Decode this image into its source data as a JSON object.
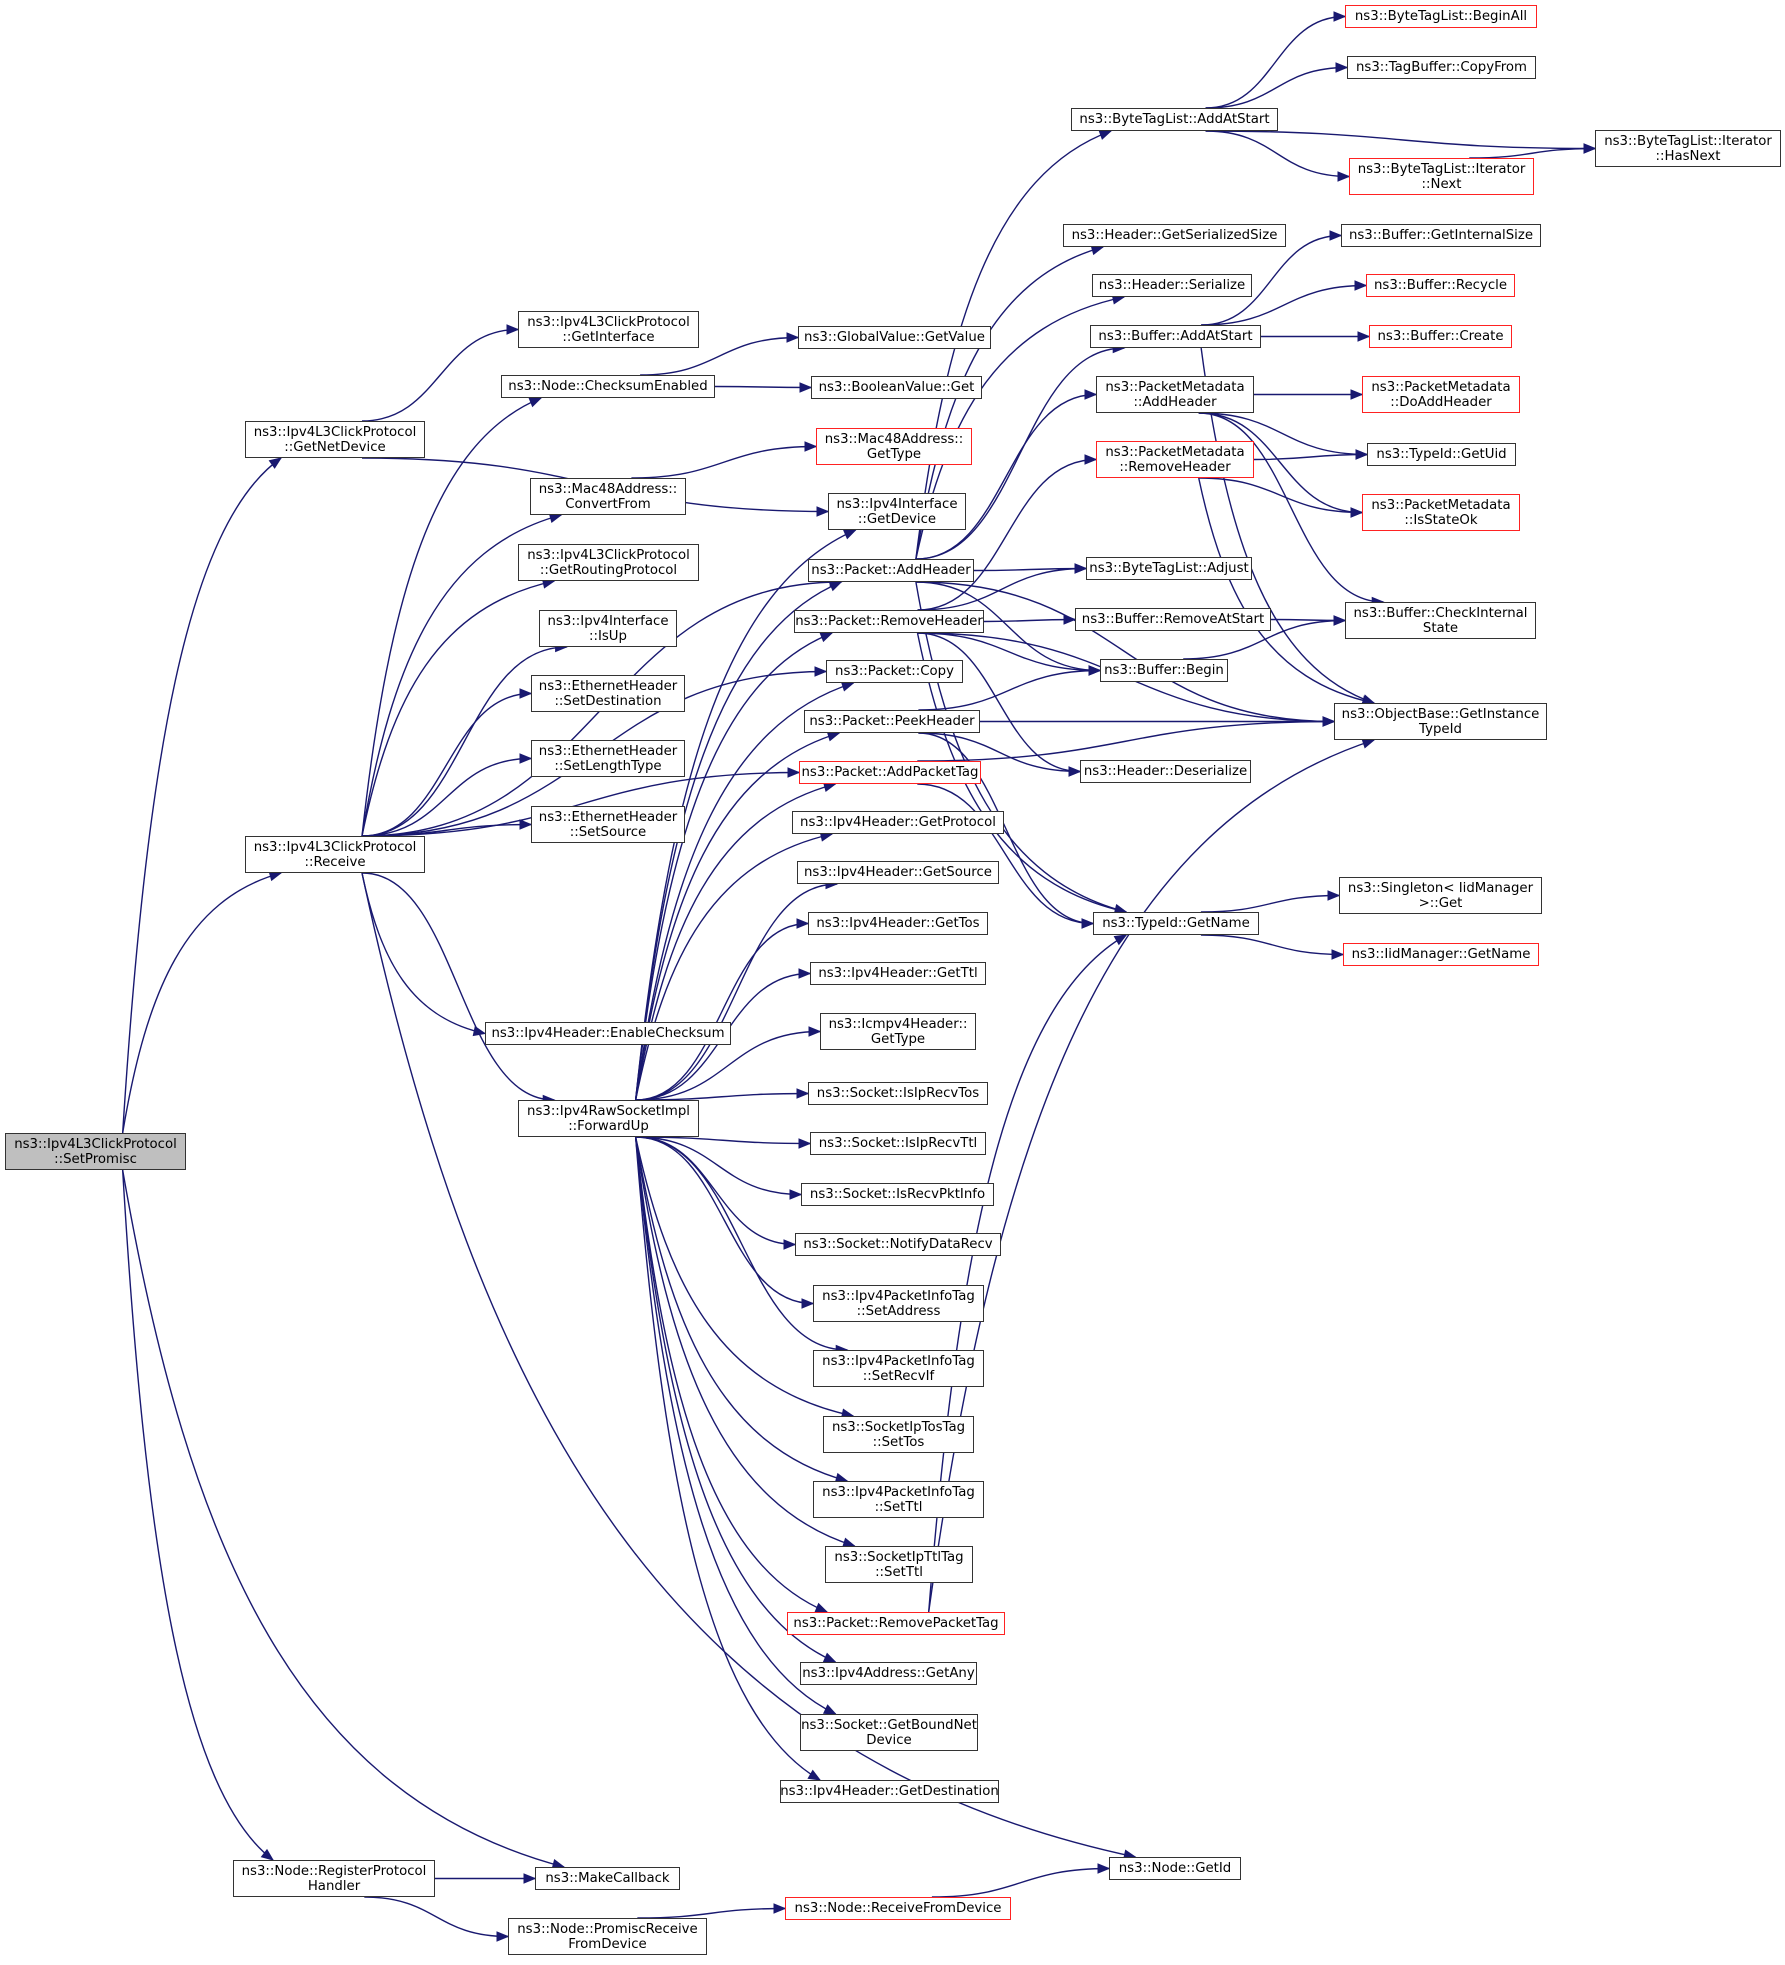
{
  "graph": {
    "title": "ns3::Ipv4L3ClickProtocol::SetPromisc call graph",
    "colors": {
      "edge": "#191970",
      "border": "#333333",
      "border_incomplete": "#ff2222",
      "root_fill": "#bfbfbf"
    },
    "nodes": [
      {
        "id": "root",
        "lines": [
          "ns3::Ipv4L3ClickProtocol",
          "::SetPromisc"
        ],
        "type": "root"
      },
      {
        "id": "getnetdevice",
        "lines": [
          "ns3::Ipv4L3ClickProtocol",
          "::GetNetDevice"
        ],
        "type": "normal"
      },
      {
        "id": "receive",
        "lines": [
          "ns3::Ipv4L3ClickProtocol",
          "::Receive"
        ],
        "type": "normal"
      },
      {
        "id": "registerhandler",
        "lines": [
          "ns3::Node::RegisterProtocol",
          "Handler"
        ],
        "type": "normal"
      },
      {
        "id": "getinterface",
        "lines": [
          "ns3::Ipv4L3ClickProtocol",
          "::GetInterface"
        ],
        "type": "normal"
      },
      {
        "id": "checksumenabled",
        "lines": [
          "ns3::Node::ChecksumEnabled"
        ],
        "type": "normal"
      },
      {
        "id": "convertfrom",
        "lines": [
          "ns3::Mac48Address::",
          "ConvertFrom"
        ],
        "type": "normal"
      },
      {
        "id": "getroutingprotocol",
        "lines": [
          "ns3::Ipv4L3ClickProtocol",
          "::GetRoutingProtocol"
        ],
        "type": "normal"
      },
      {
        "id": "isup",
        "lines": [
          "ns3::Ipv4Interface",
          "::IsUp"
        ],
        "type": "normal"
      },
      {
        "id": "setdestination",
        "lines": [
          "ns3::EthernetHeader",
          "::SetDestination"
        ],
        "type": "normal"
      },
      {
        "id": "setlengthtype",
        "lines": [
          "ns3::EthernetHeader",
          "::SetLengthType"
        ],
        "type": "normal"
      },
      {
        "id": "setsource",
        "lines": [
          "ns3::EthernetHeader",
          "::SetSource"
        ],
        "type": "normal"
      },
      {
        "id": "enablechecksum",
        "lines": [
          "ns3::Ipv4Header::EnableChecksum"
        ],
        "type": "normal"
      },
      {
        "id": "forwardup",
        "lines": [
          "ns3::Ipv4RawSocketImpl",
          "::ForwardUp"
        ],
        "type": "normal"
      },
      {
        "id": "makecallback",
        "lines": [
          "ns3::MakeCallback"
        ],
        "type": "normal"
      },
      {
        "id": "promiscreceive",
        "lines": [
          "ns3::Node::PromiscReceive",
          "FromDevice"
        ],
        "type": "normal"
      },
      {
        "id": "globalgetvalue",
        "lines": [
          "ns3::GlobalValue::GetValue"
        ],
        "type": "normal"
      },
      {
        "id": "booleanget",
        "lines": [
          "ns3::BooleanValue::Get"
        ],
        "type": "normal"
      },
      {
        "id": "mac48gettype",
        "lines": [
          "ns3::Mac48Address::",
          "GetType"
        ],
        "type": "incomplete"
      },
      {
        "id": "ipv4ifgetdevice",
        "lines": [
          "ns3::Ipv4Interface",
          "::GetDevice"
        ],
        "type": "normal"
      },
      {
        "id": "addheader",
        "lines": [
          "ns3::Packet::AddHeader"
        ],
        "type": "normal"
      },
      {
        "id": "removeheader",
        "lines": [
          "ns3::Packet::RemoveHeader"
        ],
        "type": "normal"
      },
      {
        "id": "copy",
        "lines": [
          "ns3::Packet::Copy"
        ],
        "type": "normal"
      },
      {
        "id": "peekheader",
        "lines": [
          "ns3::Packet::PeekHeader"
        ],
        "type": "normal"
      },
      {
        "id": "addpackettag",
        "lines": [
          "ns3::Packet::AddPacketTag"
        ],
        "type": "incomplete"
      },
      {
        "id": "getprotocol",
        "lines": [
          "ns3::Ipv4Header::GetProtocol"
        ],
        "type": "normal"
      },
      {
        "id": "getsource",
        "lines": [
          "ns3::Ipv4Header::GetSource"
        ],
        "type": "normal"
      },
      {
        "id": "gettos",
        "lines": [
          "ns3::Ipv4Header::GetTos"
        ],
        "type": "normal"
      },
      {
        "id": "getttl",
        "lines": [
          "ns3::Ipv4Header::GetTtl"
        ],
        "type": "normal"
      },
      {
        "id": "icmpgettype",
        "lines": [
          "ns3::Icmpv4Header::",
          "GetType"
        ],
        "type": "normal"
      },
      {
        "id": "isiprecvtos",
        "lines": [
          "ns3::Socket::IsIpRecvTos"
        ],
        "type": "normal"
      },
      {
        "id": "isiprecvttl",
        "lines": [
          "ns3::Socket::IsIpRecvTtl"
        ],
        "type": "normal"
      },
      {
        "id": "isrecvpktinfo",
        "lines": [
          "ns3::Socket::IsRecvPktInfo"
        ],
        "type": "normal"
      },
      {
        "id": "notifydatarecv",
        "lines": [
          "ns3::Socket::NotifyDataRecv"
        ],
        "type": "normal"
      },
      {
        "id": "setaddress",
        "lines": [
          "ns3::Ipv4PacketInfoTag",
          "::SetAddress"
        ],
        "type": "normal"
      },
      {
        "id": "setrecvif",
        "lines": [
          "ns3::Ipv4PacketInfoTag",
          "::SetRecvIf"
        ],
        "type": "normal"
      },
      {
        "id": "settos",
        "lines": [
          "ns3::SocketIpTosTag",
          "::SetTos"
        ],
        "type": "normal"
      },
      {
        "id": "infosetttl",
        "lines": [
          "ns3::Ipv4PacketInfoTag",
          "::SetTtl"
        ],
        "type": "normal"
      },
      {
        "id": "ttltagsetttl",
        "lines": [
          "ns3::SocketIpTtlTag",
          "::SetTtl"
        ],
        "type": "normal"
      },
      {
        "id": "removepackettag",
        "lines": [
          "ns3::Packet::RemovePacketTag"
        ],
        "type": "incomplete"
      },
      {
        "id": "getany",
        "lines": [
          "ns3::Ipv4Address::GetAny"
        ],
        "type": "normal"
      },
      {
        "id": "getboundnetdevice",
        "lines": [
          "ns3::Socket::GetBoundNet",
          "Device"
        ],
        "type": "normal"
      },
      {
        "id": "getdestination",
        "lines": [
          "ns3::Ipv4Header::GetDestination"
        ],
        "type": "normal"
      },
      {
        "id": "receivefromdevice",
        "lines": [
          "ns3::Node::ReceiveFromDevice"
        ],
        "type": "incomplete"
      },
      {
        "id": "nodegetid",
        "lines": [
          "ns3::Node::GetId"
        ],
        "type": "normal"
      },
      {
        "id": "btladdatstart",
        "lines": [
          "ns3::ByteTagList::AddAtStart"
        ],
        "type": "normal"
      },
      {
        "id": "getserializedsize",
        "lines": [
          "ns3::Header::GetSerializedSize"
        ],
        "type": "normal"
      },
      {
        "id": "serialize",
        "lines": [
          "ns3::Header::Serialize"
        ],
        "type": "normal"
      },
      {
        "id": "bufaddatstart",
        "lines": [
          "ns3::Buffer::AddAtStart"
        ],
        "type": "normal"
      },
      {
        "id": "pmaddheader",
        "lines": [
          "ns3::PacketMetadata",
          "::AddHeader"
        ],
        "type": "normal"
      },
      {
        "id": "pmremoveheader",
        "lines": [
          "ns3::PacketMetadata",
          "::RemoveHeader"
        ],
        "type": "incomplete"
      },
      {
        "id": "btladjust",
        "lines": [
          "ns3::ByteTagList::Adjust"
        ],
        "type": "normal"
      },
      {
        "id": "removeatstart",
        "lines": [
          "ns3::Buffer::RemoveAtStart"
        ],
        "type": "normal"
      },
      {
        "id": "bufbegin",
        "lines": [
          "ns3::Buffer::Begin"
        ],
        "type": "normal"
      },
      {
        "id": "deserialize",
        "lines": [
          "ns3::Header::Deserialize"
        ],
        "type": "normal"
      },
      {
        "id": "typeidgetname",
        "lines": [
          "ns3::TypeId::GetName"
        ],
        "type": "normal"
      },
      {
        "id": "beginall",
        "lines": [
          "ns3::ByteTagList::BeginAll"
        ],
        "type": "incomplete"
      },
      {
        "id": "copyfrom",
        "lines": [
          "ns3::TagBuffer::CopyFrom"
        ],
        "type": "normal"
      },
      {
        "id": "iternext",
        "lines": [
          "ns3::ByteTagList::Iterator",
          "::Next"
        ],
        "type": "incomplete"
      },
      {
        "id": "iterhasnext",
        "lines": [
          "ns3::ByteTagList::Iterator",
          "::HasNext"
        ],
        "type": "normal"
      },
      {
        "id": "getinternalsize",
        "lines": [
          "ns3::Buffer::GetInternalSize"
        ],
        "type": "normal"
      },
      {
        "id": "recycle",
        "lines": [
          "ns3::Buffer::Recycle"
        ],
        "type": "incomplete"
      },
      {
        "id": "create",
        "lines": [
          "ns3::Buffer::Create"
        ],
        "type": "incomplete"
      },
      {
        "id": "doaddheader",
        "lines": [
          "ns3::PacketMetadata",
          "::DoAddHeader"
        ],
        "type": "incomplete"
      },
      {
        "id": "getuid",
        "lines": [
          "ns3::TypeId::GetUid"
        ],
        "type": "normal"
      },
      {
        "id": "isstateok",
        "lines": [
          "ns3::PacketMetadata",
          "::IsStateOk"
        ],
        "type": "incomplete"
      },
      {
        "id": "checkinternalstate",
        "lines": [
          "ns3::Buffer::CheckInternal",
          "State"
        ],
        "type": "normal"
      },
      {
        "id": "getinstancetypeid",
        "lines": [
          "ns3::ObjectBase::GetInstance",
          "TypeId"
        ],
        "type": "normal"
      },
      {
        "id": "singletonget",
        "lines": [
          "ns3::Singleton< IidManager",
          ">::Get"
        ],
        "type": "normal"
      },
      {
        "id": "iidgetname",
        "lines": [
          "ns3::IidManager::GetName"
        ],
        "type": "incomplete"
      }
    ],
    "edges": [
      [
        "root",
        "getnetdevice"
      ],
      [
        "root",
        "receive"
      ],
      [
        "root",
        "registerhandler"
      ],
      [
        "root",
        "makecallback"
      ],
      [
        "getnetdevice",
        "getinterface"
      ],
      [
        "getnetdevice",
        "ipv4ifgetdevice"
      ],
      [
        "receive",
        "checksumenabled"
      ],
      [
        "receive",
        "convertfrom"
      ],
      [
        "receive",
        "getroutingprotocol"
      ],
      [
        "receive",
        "isup"
      ],
      [
        "receive",
        "setdestination"
      ],
      [
        "receive",
        "setlengthtype"
      ],
      [
        "receive",
        "setsource"
      ],
      [
        "receive",
        "enablechecksum"
      ],
      [
        "receive",
        "forwardup"
      ],
      [
        "receive",
        "addpackettag"
      ],
      [
        "receive",
        "addheader"
      ],
      [
        "receive",
        "copy"
      ],
      [
        "receive",
        "nodegetid"
      ],
      [
        "checksumenabled",
        "globalgetvalue"
      ],
      [
        "checksumenabled",
        "booleanget"
      ],
      [
        "convertfrom",
        "mac48gettype"
      ],
      [
        "forwardup",
        "ipv4ifgetdevice"
      ],
      [
        "forwardup",
        "addheader"
      ],
      [
        "forwardup",
        "removeheader"
      ],
      [
        "forwardup",
        "copy"
      ],
      [
        "forwardup",
        "peekheader"
      ],
      [
        "forwardup",
        "addpackettag"
      ],
      [
        "forwardup",
        "getprotocol"
      ],
      [
        "forwardup",
        "getsource"
      ],
      [
        "forwardup",
        "gettos"
      ],
      [
        "forwardup",
        "getttl"
      ],
      [
        "forwardup",
        "icmpgettype"
      ],
      [
        "forwardup",
        "isiprecvtos"
      ],
      [
        "forwardup",
        "isiprecvttl"
      ],
      [
        "forwardup",
        "isrecvpktinfo"
      ],
      [
        "forwardup",
        "notifydatarecv"
      ],
      [
        "forwardup",
        "setaddress"
      ],
      [
        "forwardup",
        "setrecvif"
      ],
      [
        "forwardup",
        "settos"
      ],
      [
        "forwardup",
        "infosetttl"
      ],
      [
        "forwardup",
        "ttltagsetttl"
      ],
      [
        "forwardup",
        "removepackettag"
      ],
      [
        "forwardup",
        "getany"
      ],
      [
        "forwardup",
        "getboundnetdevice"
      ],
      [
        "forwardup",
        "getdestination"
      ],
      [
        "registerhandler",
        "makecallback"
      ],
      [
        "registerhandler",
        "promiscreceive"
      ],
      [
        "promiscreceive",
        "receivefromdevice"
      ],
      [
        "receivefromdevice",
        "nodegetid"
      ],
      [
        "addheader",
        "btladdatstart"
      ],
      [
        "addheader",
        "getserializedsize"
      ],
      [
        "addheader",
        "serialize"
      ],
      [
        "addheader",
        "bufaddatstart"
      ],
      [
        "addheader",
        "pmaddheader"
      ],
      [
        "addheader",
        "btladjust"
      ],
      [
        "addheader",
        "bufbegin"
      ],
      [
        "addheader",
        "typeidgetname"
      ],
      [
        "addheader",
        "getinstancetypeid"
      ],
      [
        "removeheader",
        "pmremoveheader"
      ],
      [
        "removeheader",
        "btladjust"
      ],
      [
        "removeheader",
        "removeatstart"
      ],
      [
        "removeheader",
        "bufbegin"
      ],
      [
        "removeheader",
        "deserialize"
      ],
      [
        "removeheader",
        "typeidgetname"
      ],
      [
        "removeheader",
        "getinstancetypeid"
      ],
      [
        "peekheader",
        "bufbegin"
      ],
      [
        "peekheader",
        "deserialize"
      ],
      [
        "peekheader",
        "typeidgetname"
      ],
      [
        "peekheader",
        "getinstancetypeid"
      ],
      [
        "addpackettag",
        "typeidgetname"
      ],
      [
        "addpackettag",
        "getinstancetypeid"
      ],
      [
        "removepackettag",
        "typeidgetname"
      ],
      [
        "removepackettag",
        "getinstancetypeid"
      ],
      [
        "btladdatstart",
        "beginall"
      ],
      [
        "btladdatstart",
        "copyfrom"
      ],
      [
        "btladdatstart",
        "iternext"
      ],
      [
        "btladdatstart",
        "iterhasnext"
      ],
      [
        "iternext",
        "iterhasnext"
      ],
      [
        "bufaddatstart",
        "getinternalsize"
      ],
      [
        "bufaddatstart",
        "recycle"
      ],
      [
        "bufaddatstart",
        "create"
      ],
      [
        "bufaddatstart",
        "getinstancetypeid"
      ],
      [
        "pmaddheader",
        "doaddheader"
      ],
      [
        "pmaddheader",
        "getuid"
      ],
      [
        "pmaddheader",
        "isstateok"
      ],
      [
        "pmaddheader",
        "checkinternalstate"
      ],
      [
        "pmremoveheader",
        "getuid"
      ],
      [
        "pmremoveheader",
        "isstateok"
      ],
      [
        "pmremoveheader",
        "getinstancetypeid"
      ],
      [
        "removeatstart",
        "checkinternalstate"
      ],
      [
        "bufbegin",
        "checkinternalstate"
      ],
      [
        "typeidgetname",
        "singletonget"
      ],
      [
        "typeidgetname",
        "iidgetname"
      ]
    ]
  }
}
